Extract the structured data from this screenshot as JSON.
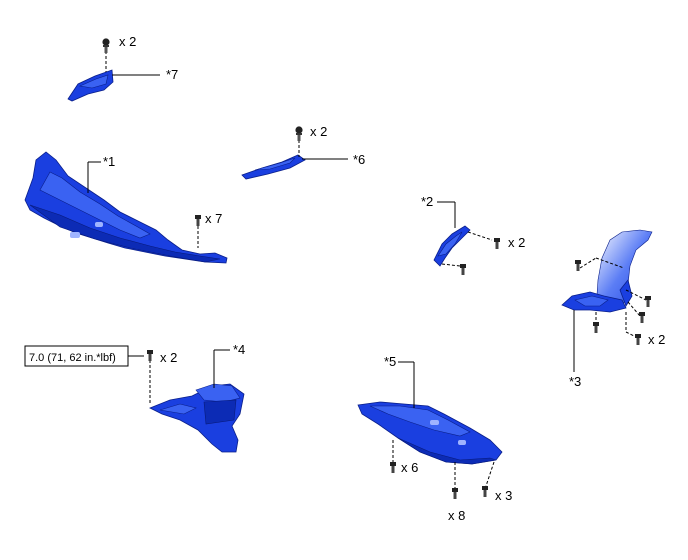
{
  "labels": {
    "p1": "*1",
    "p2": "*2",
    "p3": "*3",
    "p4": "*4",
    "p5": "*5",
    "p6": "*6",
    "p7": "*7"
  },
  "quantities": {
    "q7_top": "x 2",
    "q6_top": "x 2",
    "q1_bolt": "x 7",
    "q2_bolt": "x 2",
    "q3_bolt": "x 2",
    "q4_bolt": "x 2",
    "q5_a": "x 6",
    "q5_b": "x 8",
    "q5_c": "x 3"
  },
  "torque": {
    "spec": "7.0 (71, 62 in.*lbf)"
  },
  "colors": {
    "part": "#1a3fe0",
    "outline": "#0a1f8a"
  },
  "icons": [
    "bolt-icon",
    "clip-icon",
    "screw-icon"
  ]
}
